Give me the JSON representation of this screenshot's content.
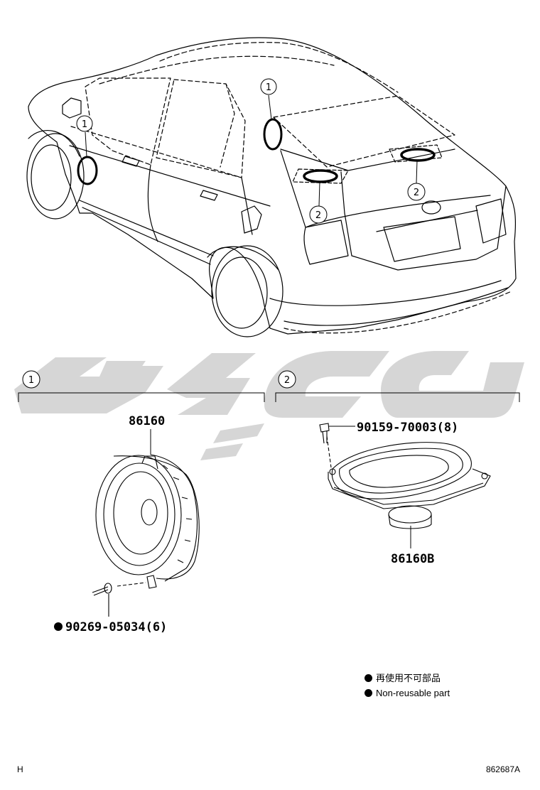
{
  "callouts": {
    "front_door_speaker": "1",
    "rear_shelf_speaker": "2"
  },
  "sections": [
    {
      "label": "1"
    },
    {
      "label": "2"
    }
  ],
  "parts": {
    "front_speaker": "86160",
    "front_speaker_rivet": "90269-05034(6)",
    "rear_speaker_screw": "90159-70003(8)",
    "rear_speaker": "86160B"
  },
  "legend": {
    "japanese": "再使用不可部品",
    "english": "Non-reusable part"
  },
  "footer": {
    "left_code": "H",
    "illustration_code": "862687A"
  },
  "colors": {
    "line": "#000000",
    "watermark": "#c9c9c9"
  },
  "icons": {
    "non_reusable_marker": "filled-circle"
  }
}
